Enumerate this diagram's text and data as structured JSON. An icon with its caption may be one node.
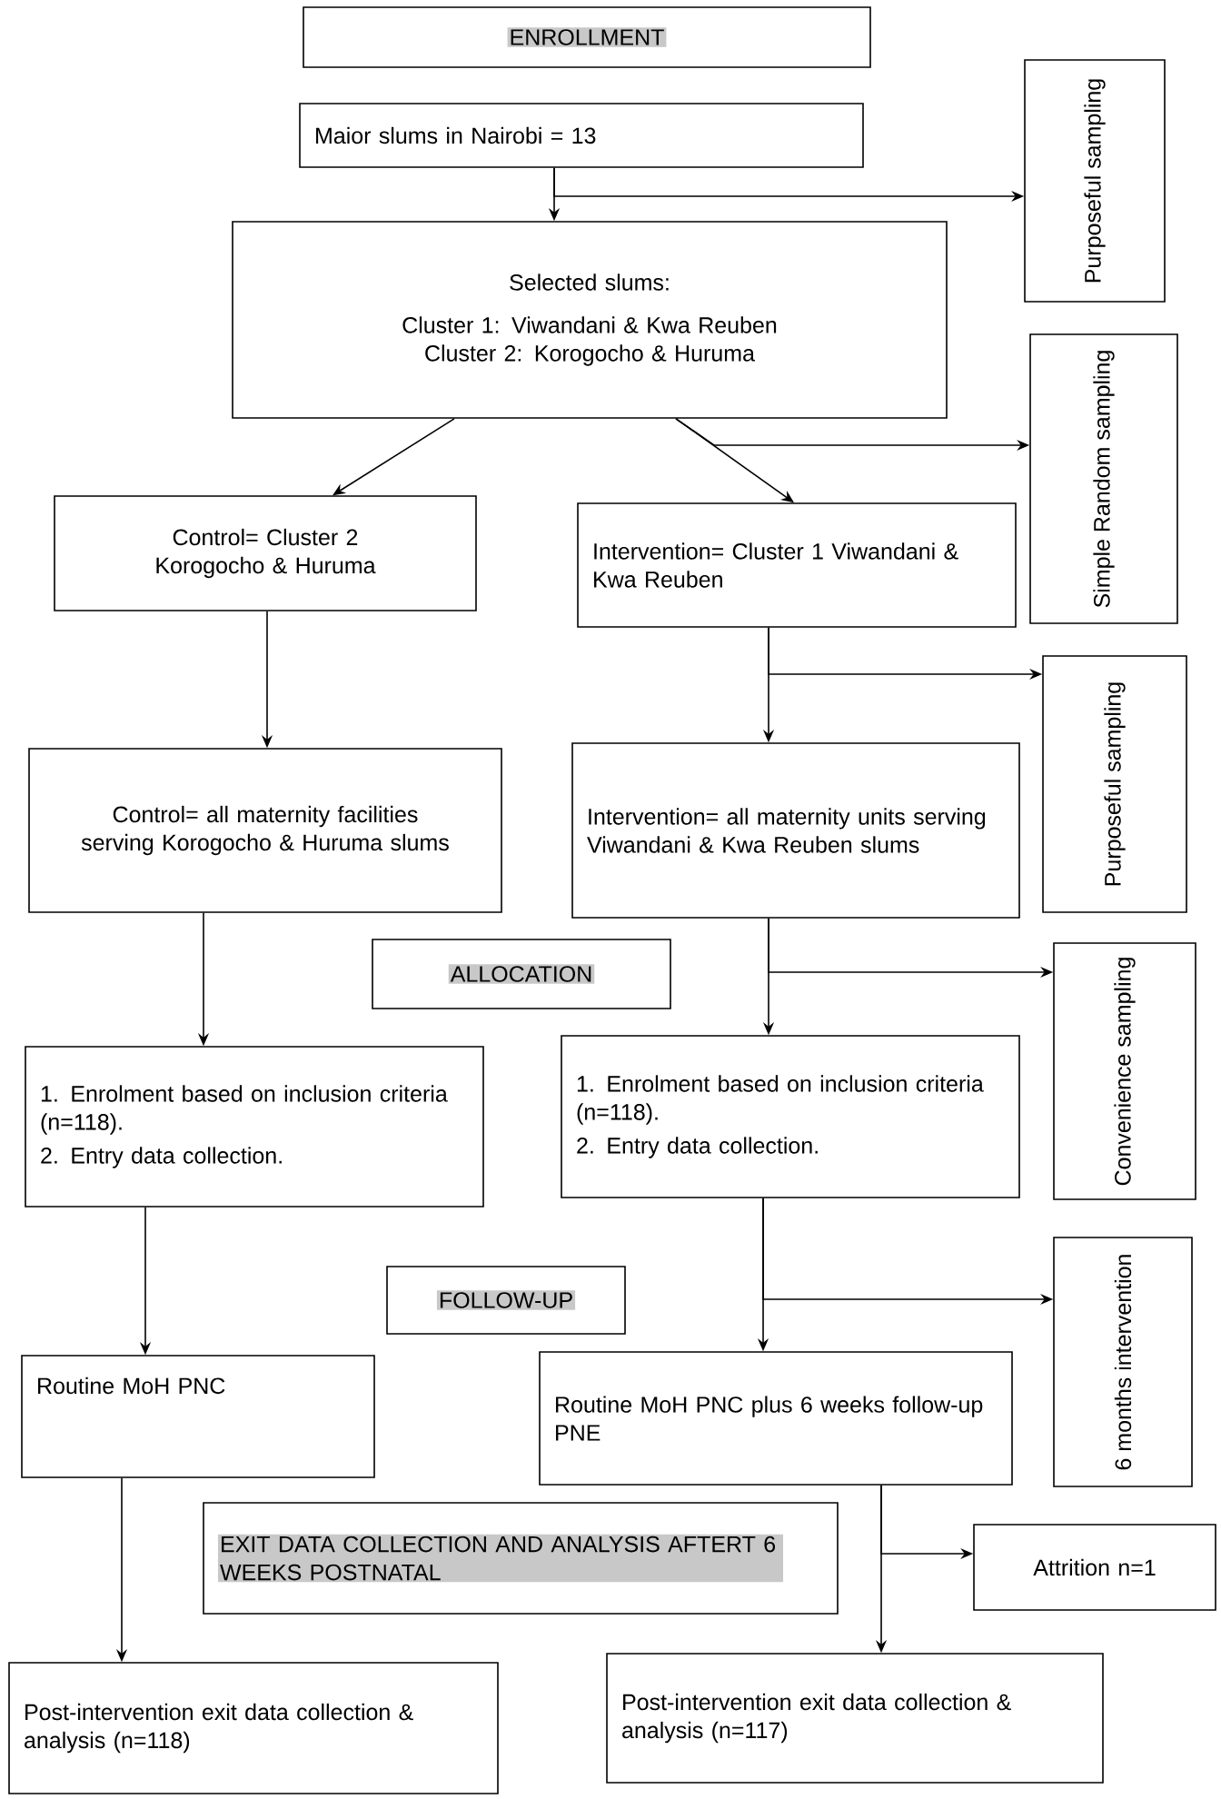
{
  "diagram": {
    "nodes": [
      {
        "text": [
          "ENROLLMENT"
        ]
      },
      {
        "text": [
          "Maior slums in Nairobi = 13"
        ]
      },
      {
        "text": [
          "Purposeful sampling"
        ]
      },
      {
        "text": [
          "Selected slums:",
          "Cluster 1: Viwandani & Kwa Reuben",
          "Cluster 2: Korogocho & Huruma"
        ]
      },
      {
        "text": [
          "Simple Random sampling"
        ]
      },
      {
        "text": [
          "Control= Cluster 2 Korogocho & Huruma"
        ]
      },
      {
        "text": [
          "Intervention= Cluster 1 Viwandani & Kwa Reuben"
        ]
      },
      {
        "text": [
          "Control= all maternity facilities serving Korogocho & Huruma slums"
        ]
      },
      {
        "text": [
          "Intervention= all maternity units serving Viwandani & Kwa Reuben slums"
        ]
      },
      {
        "text": [
          "Purposeful sampling"
        ]
      },
      {
        "text": [
          "ALLOCATION"
        ]
      },
      {
        "text": [
          "Convenience sampling"
        ]
      },
      {
        "text": [
          "1. Enrolment based on inclusion criteria (n=118).",
          "2. Entry data collection."
        ]
      },
      {
        "text": [
          "1. Enrolment based on inclusion criteria (n=118).",
          "2. Entry data collection."
        ]
      },
      {
        "text": [
          "FOLLOW-UP"
        ]
      },
      {
        "text": [
          "6 months intervention"
        ]
      },
      {
        "text": [
          "Routine MoH PNC"
        ]
      },
      {
        "text": [
          "Routine MoH PNC plus 6 weeks follow-up PNE"
        ]
      },
      {
        "text": [
          "EXIT DATA COLLECTION AND ANALYSIS AFTERT 6 WEEKS POSTNATAL"
        ]
      },
      {
        "text": [
          "Attrition n=1"
        ]
      },
      {
        "text": [
          "Post-intervention exit data collection & analysis (n=118)"
        ]
      },
      {
        "text": [
          "Post-intervention exit data collection & analysis (n=117)"
        ]
      }
    ],
    "edges": [
      {
        "from": 1,
        "to": 3,
        "arrow": "to"
      },
      {
        "from": 1,
        "to": 2,
        "arrow": "to"
      },
      {
        "from": 3,
        "to": 5,
        "arrow": "to"
      },
      {
        "from": 3,
        "to": 6,
        "arrow": "to"
      },
      {
        "from": 3,
        "to": 4,
        "arrow": "to"
      },
      {
        "from": 5,
        "to": 7,
        "arrow": "to"
      },
      {
        "from": 6,
        "to": 8,
        "arrow": "to"
      },
      {
        "from": 6,
        "to": 9,
        "arrow": "to"
      },
      {
        "from": 7,
        "to": 12,
        "arrow": "to"
      },
      {
        "from": 8,
        "to": 13,
        "arrow": "to"
      },
      {
        "from": 8,
        "to": 11,
        "arrow": "to"
      },
      {
        "from": 12,
        "to": 16,
        "arrow": "to"
      },
      {
        "from": 13,
        "to": 17,
        "arrow": "to"
      },
      {
        "from": 13,
        "to": 15,
        "arrow": "to"
      },
      {
        "from": 16,
        "to": 20,
        "arrow": "to"
      },
      {
        "from": 17,
        "to": 21,
        "arrow": "to"
      },
      {
        "from": 17,
        "to": 19,
        "arrow": "to"
      }
    ]
  }
}
